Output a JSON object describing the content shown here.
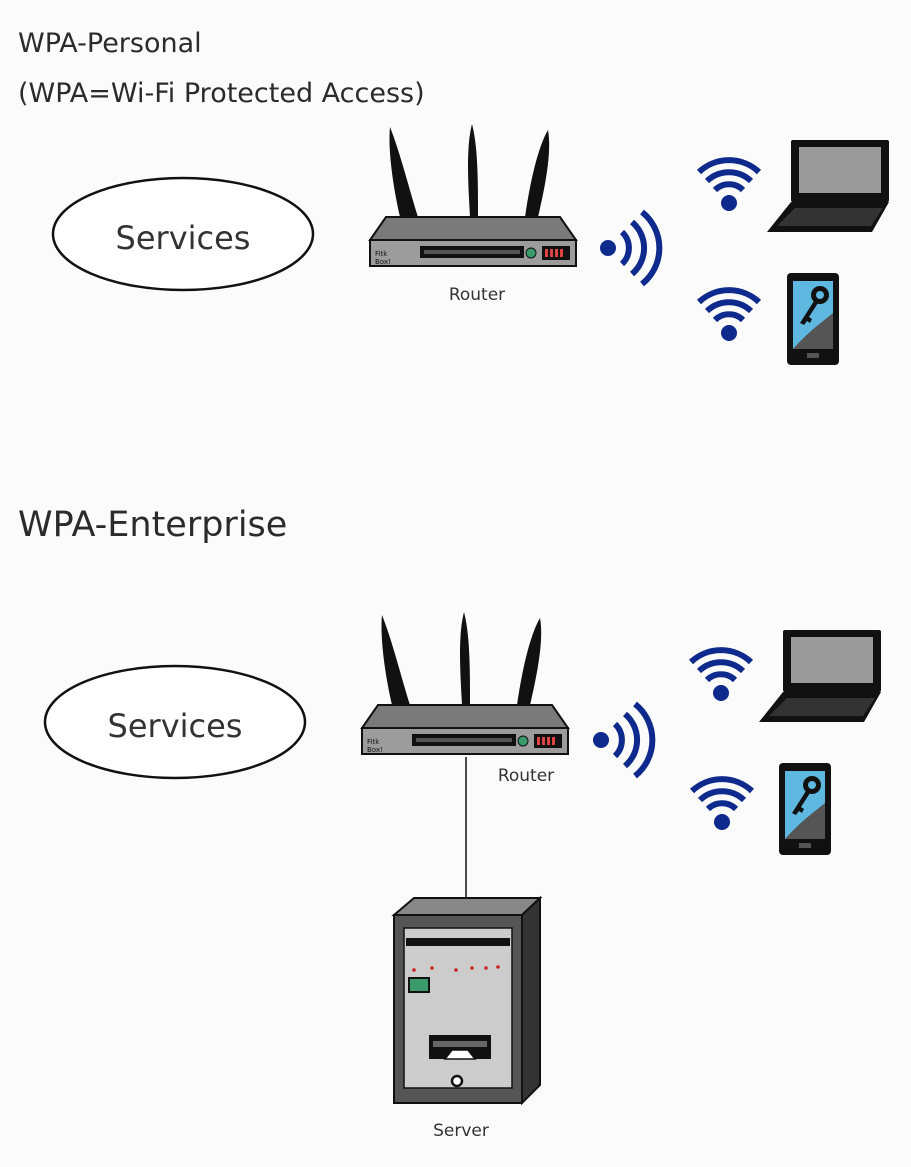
{
  "personal": {
    "title": "WPA-Personal",
    "subtitle": "(WPA=Wi-Fi Protected Access)",
    "services_label": "Services",
    "router_label": "Router"
  },
  "enterprise": {
    "title": "WPA-Enterprise",
    "services_label": "Services",
    "router_label": "Router",
    "server_label": "Server"
  },
  "colors": {
    "wifi_blue": "#0d2a8c",
    "router_gray": "#7a7a7a",
    "screen_gray": "#9a9a9a",
    "phone_screen": "#5fb8e0"
  },
  "icons": [
    "router-icon",
    "wifi-signal-icon",
    "laptop-icon",
    "phone-icon",
    "server-icon"
  ]
}
